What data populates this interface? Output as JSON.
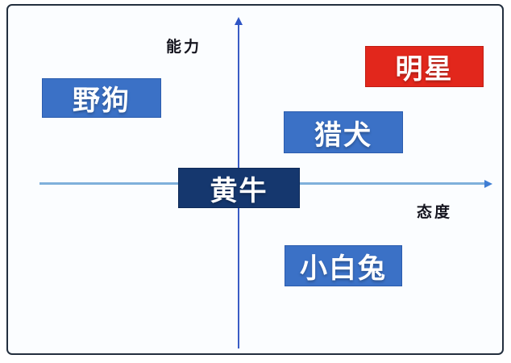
{
  "diagram": {
    "type": "quadrant-matrix",
    "axes": {
      "y_label": "能力",
      "x_label": "态度"
    },
    "nodes": [
      {
        "id": "wild-dog",
        "label": "野狗",
        "color": "#3b71c6",
        "quadrant": "top-left"
      },
      {
        "id": "star",
        "label": "明星",
        "color": "#e2271c",
        "quadrant": "top-right"
      },
      {
        "id": "hound",
        "label": "猎犬",
        "color": "#3b71c6",
        "quadrant": "upper-right-center"
      },
      {
        "id": "ox",
        "label": "黄牛",
        "color": "#15376e",
        "quadrant": "center-origin"
      },
      {
        "id": "white-rabbit",
        "label": "小白兔",
        "color": "#3b71c6",
        "quadrant": "lower-right-center"
      }
    ],
    "colors": {
      "vertical_axis": "#3a5cc5",
      "horizontal_axis": "#7fb0db",
      "panel_border": "#232f3e",
      "panel_background": "#fbfdff",
      "node_text": "#ffffff",
      "axis_label_text": "#15151f"
    }
  }
}
